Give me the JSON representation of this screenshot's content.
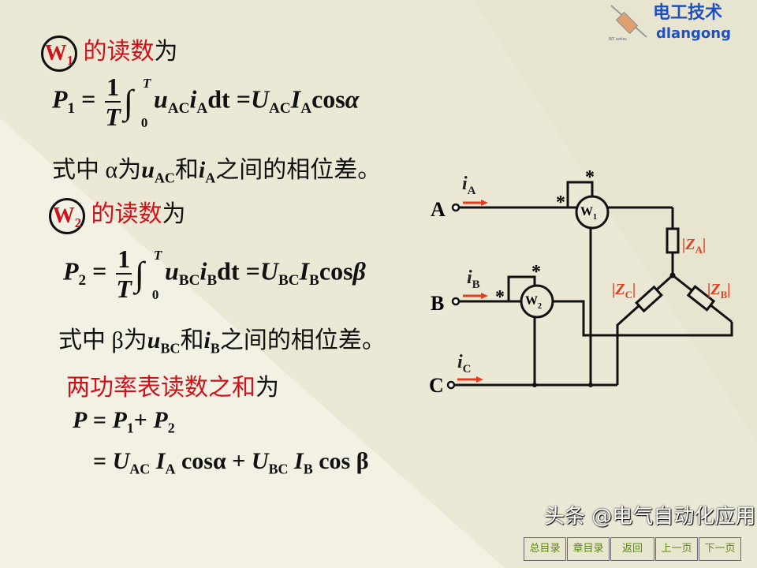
{
  "logo": {
    "cn": "电工技术",
    "en": "dlangong",
    "small": "BT series"
  },
  "w1": {
    "meter": "W",
    "meter_sub": "1",
    "heading_red": "的读数",
    "heading_black": "为",
    "formula": {
      "lhs": "P",
      "lhs_sub": "1",
      "eq": "=",
      "num": "1",
      "den": "T",
      "int_up": "T",
      "int_low": "0",
      "u": "u",
      "u_sub": "AC",
      "i": "i",
      "i_sub": "A",
      "dt": "dt",
      "eq2": "=",
      "U": "U",
      "U_sub": "AC",
      "I": "I",
      "I_sub": "A",
      "cos": "cos",
      "angle": "α"
    },
    "note": {
      "pre": "式中 ",
      "angle": "α",
      "mid1": "为",
      "u": "u",
      "u_sub": "AC",
      "mid2": "和",
      "i": "i",
      "i_sub": "A",
      "post": "之间的相位差。"
    }
  },
  "w2": {
    "meter": "W",
    "meter_sub": "2",
    "heading_red": "的读数",
    "heading_black": "为",
    "formula": {
      "lhs": "P",
      "lhs_sub": "2",
      "eq": "=",
      "num": "1",
      "den": "T",
      "int_up": "T",
      "int_low": "0",
      "u": "u",
      "u_sub": "BC",
      "i": "i",
      "i_sub": "B",
      "dt": "dt",
      "eq2": "=",
      "U": "U",
      "U_sub": "BC",
      "I": "I",
      "I_sub": "B",
      "cos": "cos",
      "angle": "β"
    },
    "note": {
      "pre": "式中 ",
      "angle": "β",
      "mid1": "为",
      "u": "u",
      "u_sub": "BC",
      "mid2": "和",
      "i": "i",
      "i_sub": "B",
      "post": "之间的相位差。"
    }
  },
  "sum": {
    "heading_red": "两功率表读数之和",
    "heading_black": "为",
    "line1": {
      "P": "P",
      "eq": " = ",
      "P1": "P",
      "P1_sub": "1",
      "plus": "+ ",
      "P2": "P",
      "P2_sub": "2"
    },
    "line2": {
      "eq": "= ",
      "U1": "U",
      "U1_sub": "AC",
      "I1": "I",
      "I1_sub": "A",
      "cos1": " cosα",
      "plus": " + ",
      "U2": "U",
      "U2_sub": "BC",
      "I2": "I",
      "I2_sub": "B",
      "cos2": " cos β"
    }
  },
  "circuit": {
    "A": "A",
    "B": "B",
    "C": "C",
    "iA": "i",
    "iA_sub": "A",
    "iB": "i",
    "iB_sub": "B",
    "iC": "i",
    "iC_sub": "C",
    "W1": "W",
    "W1_sub": "1",
    "W2": "W",
    "W2_sub": "2",
    "star": "*",
    "ZA": "Z",
    "ZA_sub": "A",
    "ZB": "Z",
    "ZB_sub": "B",
    "ZC": "Z",
    "ZC_sub": "C"
  },
  "nav": [
    "总目录",
    "章目录",
    "返回",
    "上一页",
    "下一页"
  ],
  "watermark": "头条 @电气自动化应用",
  "colors": {
    "red": "#d0101a",
    "background": "#ebe9d6",
    "nav_text": "#5a8a10"
  }
}
